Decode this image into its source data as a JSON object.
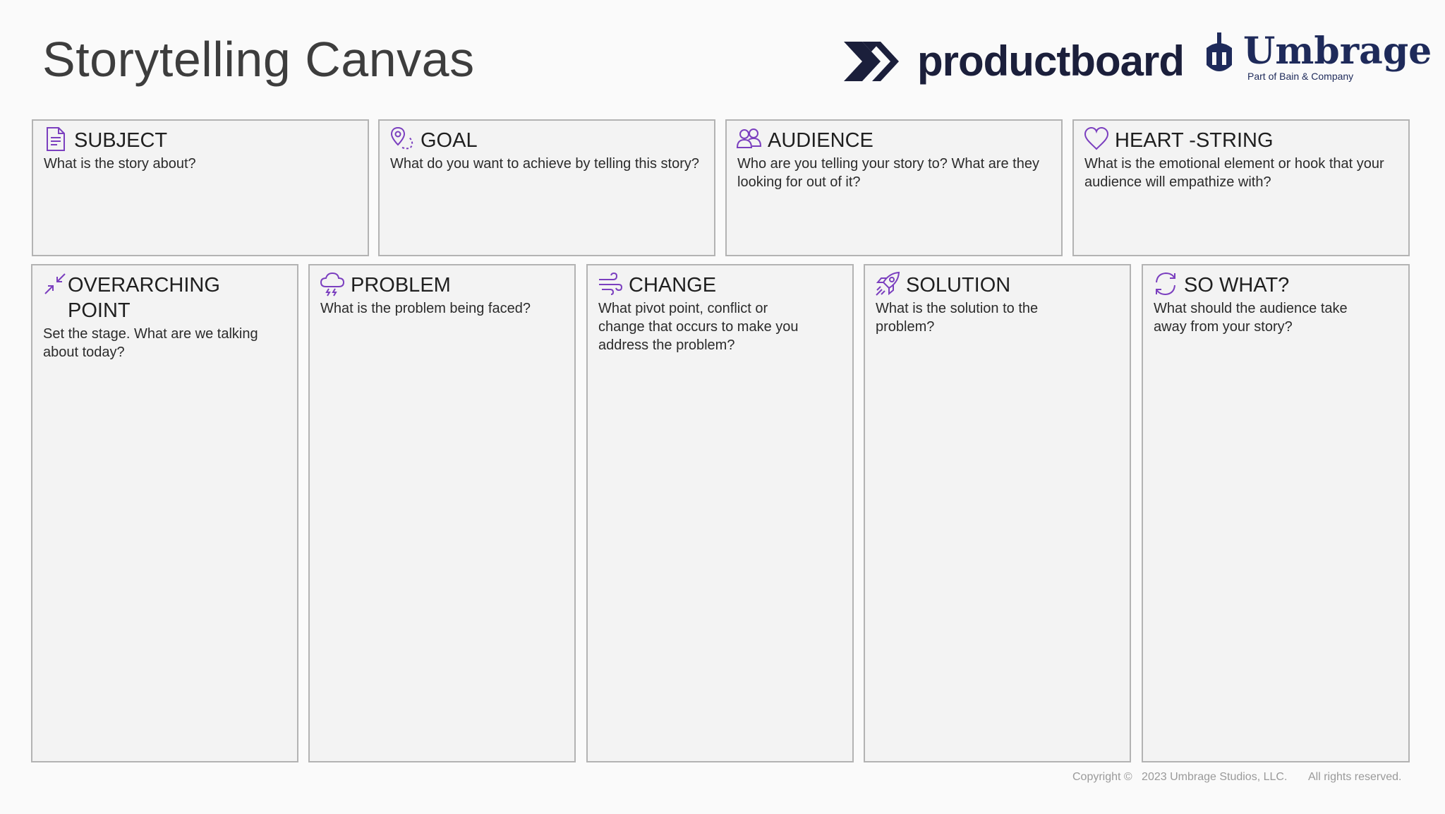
{
  "header": {
    "title": "Storytelling Canvas",
    "logos": {
      "productboard": "productboard",
      "umbrage": "Umbrage",
      "umbrage_tagline": "Part of Bain & Company"
    }
  },
  "top_row": [
    {
      "title": "SUBJECT",
      "prompt": "What is the story about?",
      "icon": "document-icon"
    },
    {
      "title": "GOAL",
      "prompt": "What do you want to achieve by telling this story?",
      "icon": "map-pin-route-icon"
    },
    {
      "title": "AUDIENCE",
      "prompt": "Who are you telling your story to?  What are they looking for out of it?",
      "icon": "people-icon"
    },
    {
      "title": "HEART -STRING",
      "prompt": "What is the emotional element or hook that your audience will empathize with?",
      "icon": "heart-icon"
    }
  ],
  "bottom_row": [
    {
      "title": "OVERARCHING POINT",
      "prompt": "Set the stage.  What are we talking about today?",
      "icon": "collapse-arrows-icon"
    },
    {
      "title": "PROBLEM",
      "prompt": "What is the problem being faced?",
      "icon": "storm-cloud-icon"
    },
    {
      "title": "CHANGE",
      "prompt": "What pivot point, conflict or change that occurs to make you address the problem?",
      "icon": "wind-icon"
    },
    {
      "title": "SOLUTION",
      "prompt": "What is the solution to the problem?",
      "icon": "rocket-icon"
    },
    {
      "title": "SO WHAT?",
      "prompt": "What should the audience take away from your story?",
      "icon": "refresh-icon"
    }
  ],
  "footer": {
    "copyright": "Copyright ©   2023 Umbrage Studios, LLC.",
    "rights": "All rights reserved."
  },
  "colors": {
    "accent_icon": "#7b3fbf",
    "logo_navy": "#1b1f3b",
    "card_border": "#b3b3b3"
  }
}
